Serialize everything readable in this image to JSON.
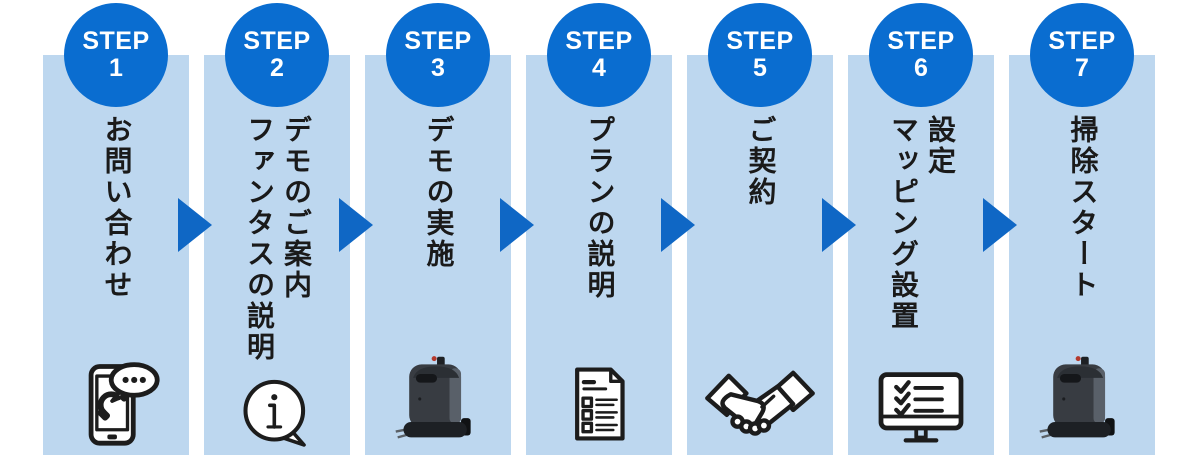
{
  "colors": {
    "step_circle_blue": "#0a6dd0",
    "arrow_blue": "#0f67c5",
    "column_background": "#bdd7ef",
    "text_color": "#1a1a1a",
    "badge_text_color": "#ffffff"
  },
  "steps": [
    {
      "badge": "STEP",
      "number": "1",
      "lines": [
        "お問い合わせ"
      ],
      "icon": "phone-chat-icon"
    },
    {
      "badge": "STEP",
      "number": "2",
      "lines": [
        "デモのご案内",
        "ファンタスの説明"
      ],
      "icon": "info-bubble-icon"
    },
    {
      "badge": "STEP",
      "number": "3",
      "lines": [
        "デモの実施"
      ],
      "icon": "robot-cleaner-icon"
    },
    {
      "badge": "STEP",
      "number": "4",
      "lines": [
        "プランの説明"
      ],
      "icon": "plan-document-icon"
    },
    {
      "badge": "STEP",
      "number": "5",
      "lines": [
        "ご契約"
      ],
      "icon": "handshake-icon"
    },
    {
      "badge": "STEP",
      "number": "6",
      "lines": [
        "設定",
        "マッピング設置"
      ],
      "icon": "monitor-checklist-icon"
    },
    {
      "badge": "STEP",
      "number": "7",
      "lines": [
        "掃除スタート"
      ],
      "icon": "robot-cleaner-icon"
    }
  ]
}
